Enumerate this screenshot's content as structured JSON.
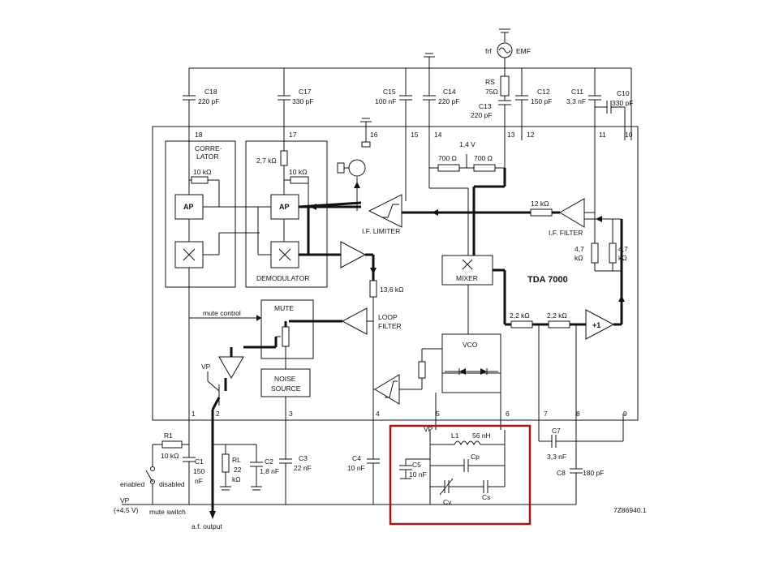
{
  "ic": {
    "name": "TDA 7000",
    "figure_id": "7Z86940.1"
  },
  "blocks": {
    "correlator": "CORRE-\nLATOR",
    "correlator_line1": "CORRE-",
    "correlator_line2": "LATOR",
    "demodulator": "DEMODULATOR",
    "mute": "MUTE",
    "noise_source_line1": "NOISE",
    "noise_source_line2": "SOURCE",
    "mixer": "MIXER",
    "vco": "VCO",
    "if_limiter": "I.F. LIMITER",
    "if_filter": "I.F. FILTER",
    "loop_filter_line1": "LOOP",
    "loop_filter_line2": "FILTER",
    "ap": "AP",
    "plus_one": "+1",
    "mute_control": "mute control"
  },
  "external": {
    "c18": "C18",
    "c18_val": "220 pF",
    "c17": "C17",
    "c17_val": "330 pF",
    "c15": "C15",
    "c15_val": "100 nF",
    "c14": "C14",
    "c14_val": "220 pF",
    "rs": "RS",
    "rs_val": "75Ω",
    "c13": "C13",
    "c13_val": "220 pF",
    "c12": "C12",
    "c12_val": "150 pF",
    "c11": "C11",
    "c11_val": "3,3 nF",
    "c10": "C10",
    "c10_val": "330 pF",
    "frf": "frf",
    "emf": "EMF",
    "r1": "R1",
    "r1_val": "10 kΩ",
    "c1": "C1",
    "c1_val1": "150",
    "c1_val2": "nF",
    "rl": "RL",
    "rl_val1": "22",
    "rl_val2": "kΩ",
    "c2": "C2",
    "c2_val": "1,8 nF",
    "c3": "C3",
    "c3_val": "22 nF",
    "c4": "C4",
    "c4_val": "10 nF",
    "c5": "C5",
    "c5_val": "10 nF",
    "l1": "L1",
    "l1_val": "56 nH",
    "cp": "Cp",
    "cv": "Cv",
    "cs": "Cs",
    "c7": "C7",
    "c7_val": "3,3 nF",
    "c8": "C8",
    "c8_val": "180 pF",
    "vp": "VP",
    "vp_supply": "(+4,5 V)",
    "enabled": "enabled",
    "disabled": "disabled",
    "mute_switch": "mute switch",
    "af_output": "a.f. output"
  },
  "internal": {
    "r_corr": "10 kΩ",
    "r_demod": "10 kΩ",
    "r_27": "2,7 kΩ",
    "r_700a": "700 Ω",
    "r_700b": "700 Ω",
    "v14": "1,4 V",
    "r_12k": "12 kΩ",
    "r_47a": "4,7",
    "r_47a_unit": "kΩ",
    "r_47b": "4,7",
    "r_47b_unit": "kΩ",
    "r_136": "13,6 kΩ",
    "r_22a": "2,2 kΩ",
    "r_22b": "2,2 kΩ"
  },
  "pins": [
    "18",
    "17",
    "16",
    "15",
    "14",
    "13",
    "12",
    "11",
    "10",
    "1",
    "2",
    "3",
    "4",
    "5",
    "6",
    "7",
    "8",
    "9"
  ]
}
